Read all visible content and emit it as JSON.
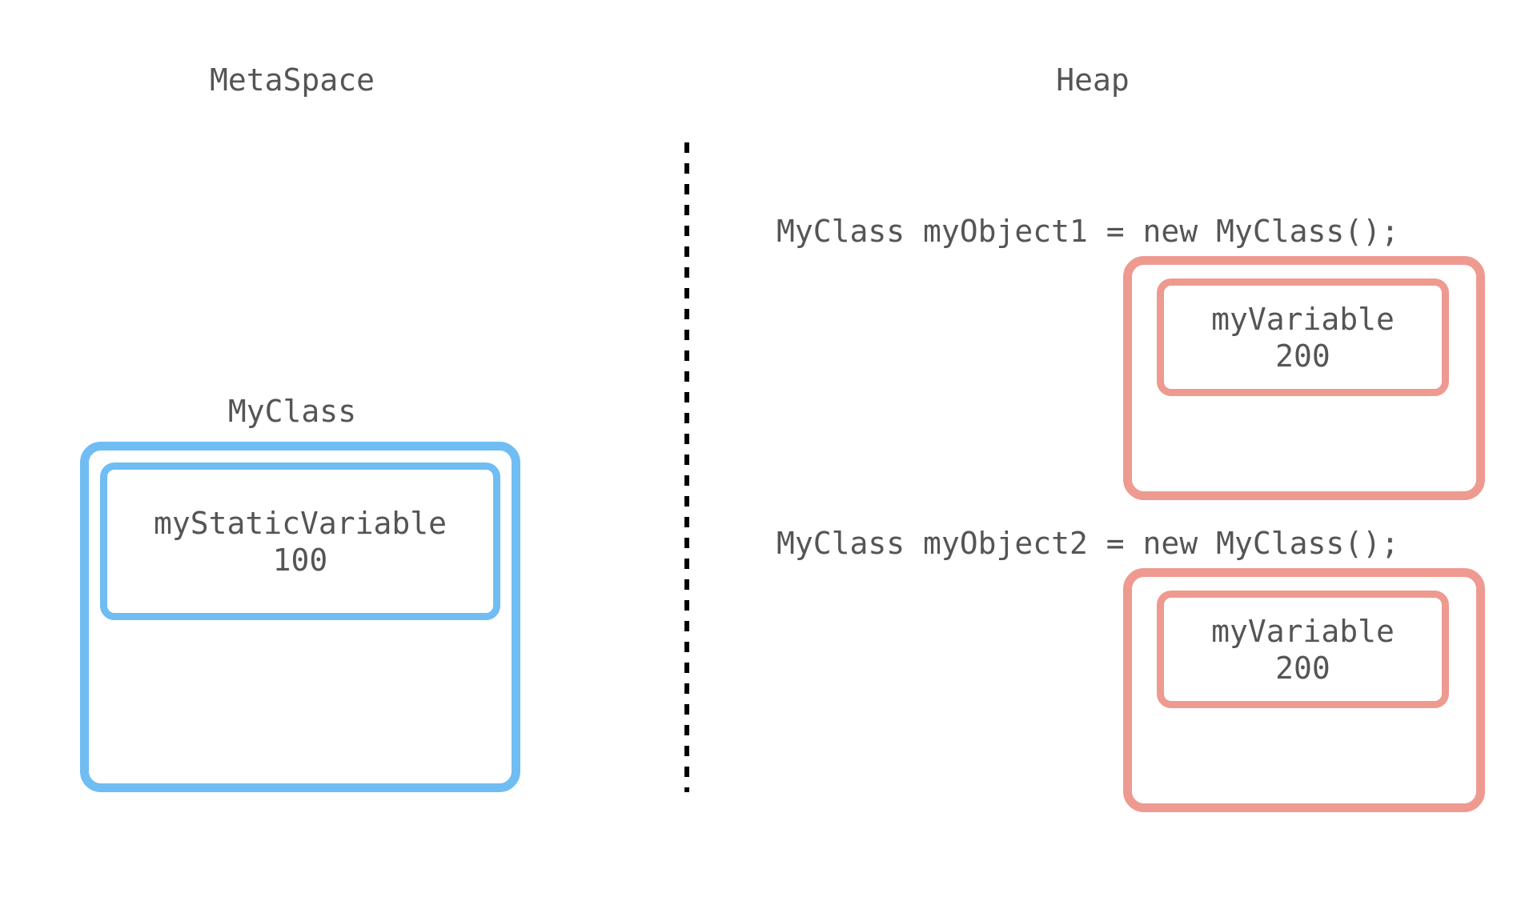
{
  "diagram": {
    "title_metaspace": "MetaSpace",
    "title_heap": "Heap",
    "divider": "dotted-vertical-divider",
    "colors": {
      "metaspace_border": "#6fbdf2",
      "heap_border": "#ee9a90",
      "text": "#555555",
      "background": "#ffffff",
      "divider": "#000000"
    }
  },
  "metaspace": {
    "class_label": "MyClass",
    "static_field": {
      "name": "myStaticVariable",
      "value": "100"
    }
  },
  "heap": {
    "objects": [
      {
        "code": "MyClass myObject1 = new MyClass();",
        "field": {
          "name": "myVariable",
          "value": "200"
        }
      },
      {
        "code": "MyClass myObject2 = new MyClass();",
        "field": {
          "name": "myVariable",
          "value": "200"
        }
      }
    ]
  }
}
